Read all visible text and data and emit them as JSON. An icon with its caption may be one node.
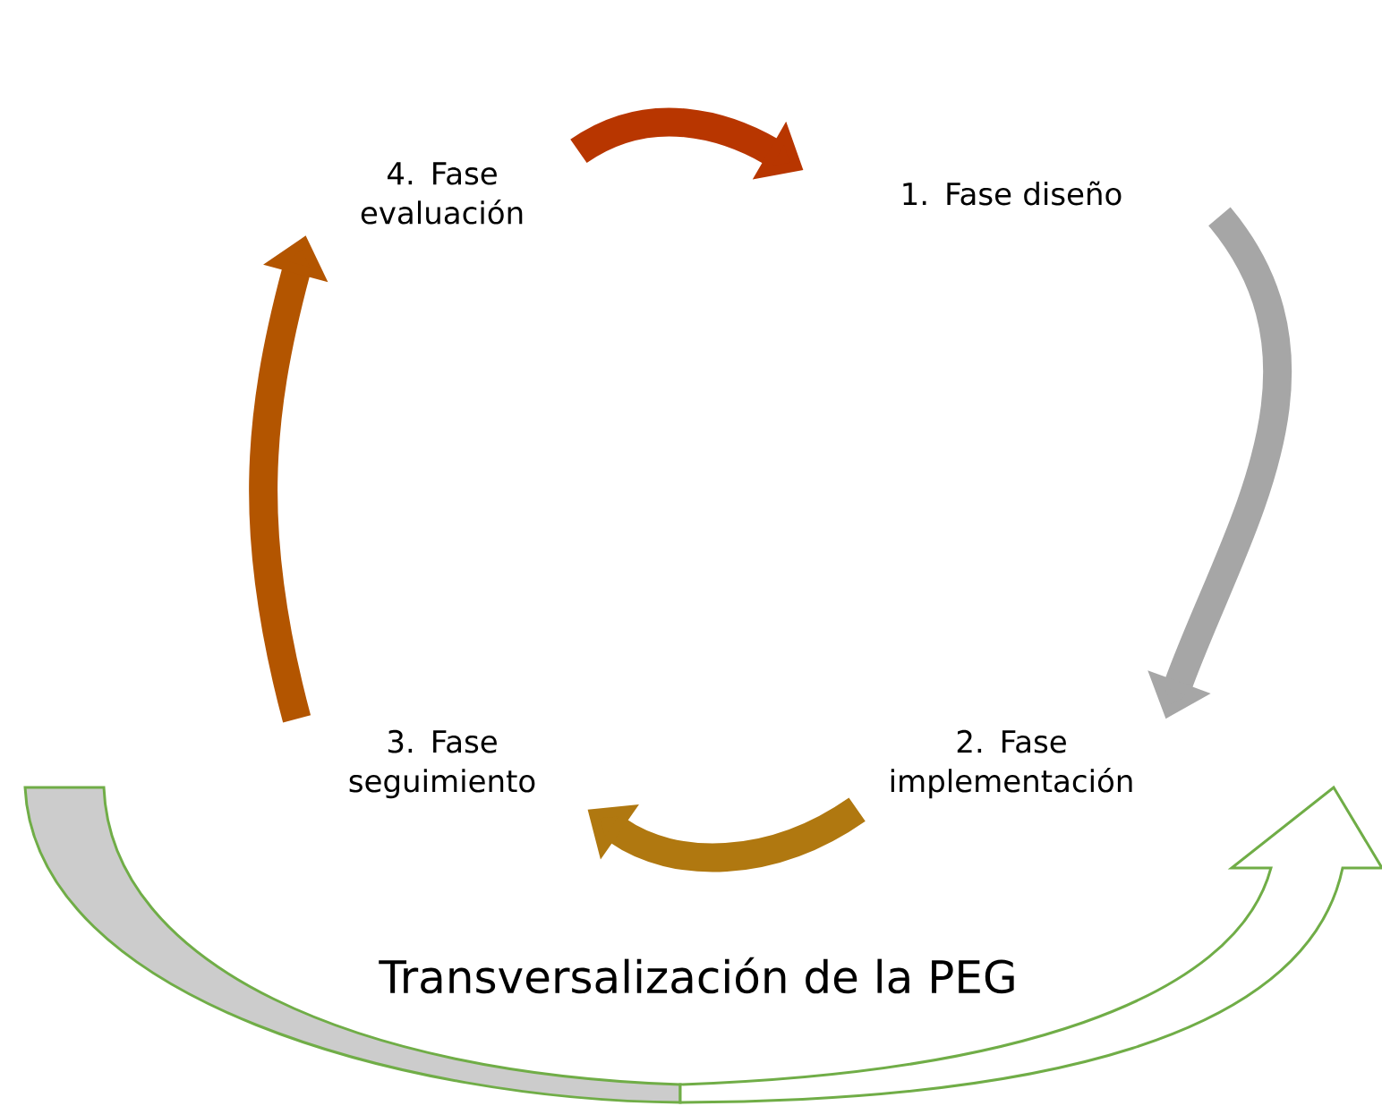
{
  "diagram": {
    "nodes": [
      {
        "text": [
          "1. Fase diseño"
        ]
      },
      {
        "text": [
          "2. Fase implementación"
        ]
      },
      {
        "text": [
          "3. Fase seguimiento"
        ]
      },
      {
        "text": [
          "4.  Fase evaluación"
        ]
      }
    ],
    "edges": [
      {
        "from": 3,
        "to": 0,
        "arrow": "to",
        "color": "#b83600"
      },
      {
        "from": 0,
        "to": 1,
        "arrow": "to",
        "color": "#a6a6a6"
      },
      {
        "from": 1,
        "to": 2,
        "arrow": "to",
        "color": "#b07810"
      },
      {
        "from": 2,
        "to": 3,
        "arrow": "to",
        "color": "#b35500"
      }
    ],
    "labels": [
      "Transversalización de la PEG"
    ]
  }
}
